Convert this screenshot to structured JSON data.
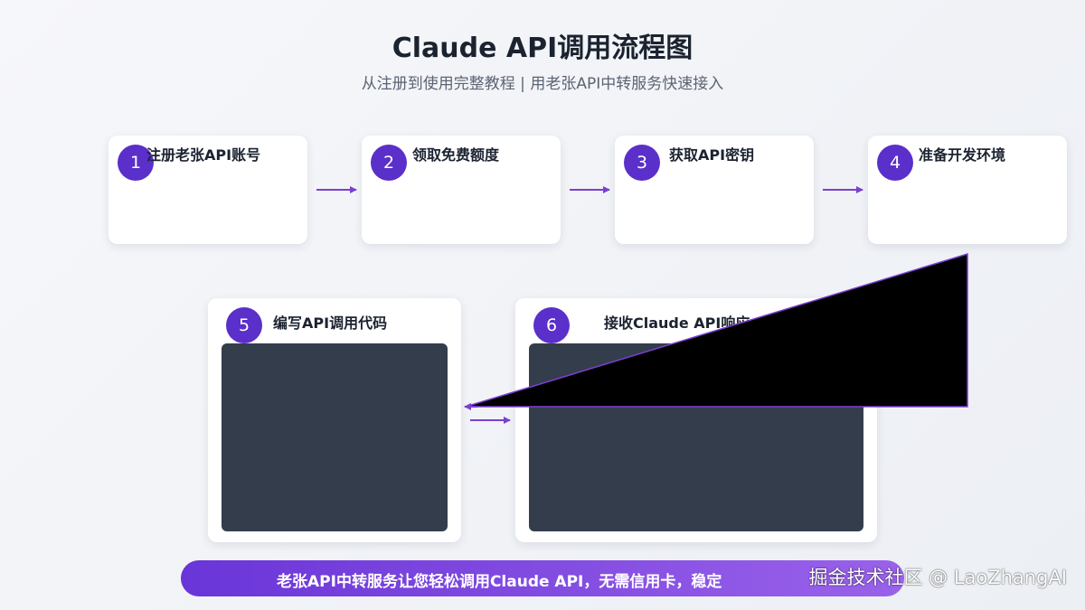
{
  "header": {
    "title": "Claude API调用流程图",
    "subtitle": "从注册到使用完整教程 | 用老张API中转服务快速接入"
  },
  "steps": [
    {
      "number": "1",
      "label": "注册老张API账号"
    },
    {
      "number": "2",
      "label": "领取免费额度"
    },
    {
      "number": "3",
      "label": "获取API密钥"
    },
    {
      "number": "4",
      "label": "准备开发环境"
    },
    {
      "number": "5",
      "label": "编写API调用代码"
    },
    {
      "number": "6",
      "label": "接收Claude API响应"
    }
  ],
  "footer": {
    "banner_text": "老张API中转服务让您轻松调用Claude API，无需信用卡，稳定",
    "watermark": "掘金技术社区 @ LaoZhangAI"
  },
  "colors": {
    "accent": "#5b2fc9",
    "arrow": "#7b3fd0",
    "code_panel": "#333d4c",
    "banner_start": "#6a35d8",
    "banner_end": "#9a62ea"
  }
}
